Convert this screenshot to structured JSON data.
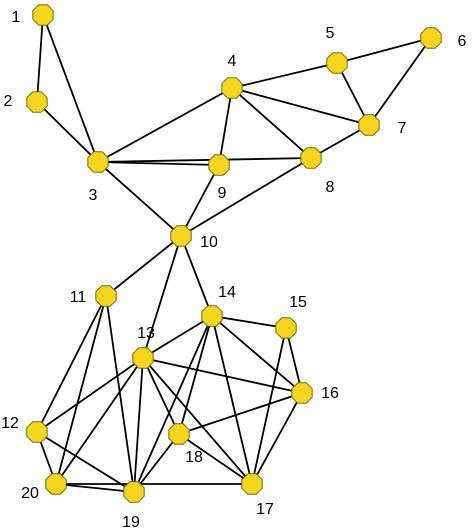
{
  "colors": {
    "node_fill": "#f6d51c",
    "node_stroke": "#7a6a00",
    "edge": "#000000",
    "label": "#000000"
  },
  "nodes": [
    {
      "id": "1",
      "label": "1"
    },
    {
      "id": "2",
      "label": "2"
    },
    {
      "id": "3",
      "label": "3"
    },
    {
      "id": "4",
      "label": "4"
    },
    {
      "id": "5",
      "label": "5"
    },
    {
      "id": "6",
      "label": "6"
    },
    {
      "id": "7",
      "label": "7"
    },
    {
      "id": "8",
      "label": "8"
    },
    {
      "id": "9",
      "label": "9"
    },
    {
      "id": "10",
      "label": "10"
    },
    {
      "id": "11",
      "label": "11"
    },
    {
      "id": "12",
      "label": "12"
    },
    {
      "id": "13",
      "label": "13"
    },
    {
      "id": "14",
      "label": "14"
    },
    {
      "id": "15",
      "label": "15"
    },
    {
      "id": "16",
      "label": "16"
    },
    {
      "id": "17",
      "label": "17"
    },
    {
      "id": "18",
      "label": "18"
    },
    {
      "id": "19",
      "label": "19"
    },
    {
      "id": "20",
      "label": "20"
    }
  ],
  "edges": [
    [
      "1",
      "2"
    ],
    [
      "1",
      "3"
    ],
    [
      "2",
      "3"
    ],
    [
      "3",
      "4"
    ],
    [
      "3",
      "9"
    ],
    [
      "3",
      "10"
    ],
    [
      "3",
      "8"
    ],
    [
      "4",
      "9"
    ],
    [
      "4",
      "8"
    ],
    [
      "4",
      "5"
    ],
    [
      "4",
      "7"
    ],
    [
      "5",
      "6"
    ],
    [
      "5",
      "7"
    ],
    [
      "6",
      "7"
    ],
    [
      "7",
      "8"
    ],
    [
      "9",
      "10"
    ],
    [
      "8",
      "10"
    ],
    [
      "10",
      "11"
    ],
    [
      "10",
      "13"
    ],
    [
      "10",
      "14"
    ],
    [
      "11",
      "12"
    ],
    [
      "11",
      "19"
    ],
    [
      "11",
      "20"
    ],
    [
      "12",
      "13"
    ],
    [
      "12",
      "19"
    ],
    [
      "12",
      "20"
    ],
    [
      "13",
      "14"
    ],
    [
      "13",
      "16"
    ],
    [
      "13",
      "17"
    ],
    [
      "13",
      "18"
    ],
    [
      "13",
      "20"
    ],
    [
      "13",
      "19"
    ],
    [
      "14",
      "15"
    ],
    [
      "14",
      "17"
    ],
    [
      "14",
      "18"
    ],
    [
      "14",
      "19"
    ],
    [
      "14",
      "16"
    ],
    [
      "15",
      "16"
    ],
    [
      "15",
      "17"
    ],
    [
      "16",
      "18"
    ],
    [
      "16",
      "17"
    ],
    [
      "17",
      "18"
    ],
    [
      "17",
      "20"
    ],
    [
      "18",
      "19"
    ],
    [
      "19",
      "20"
    ]
  ]
}
